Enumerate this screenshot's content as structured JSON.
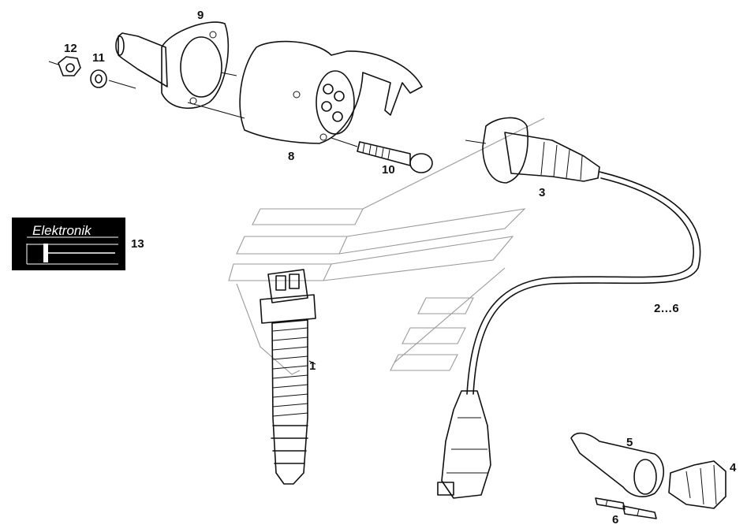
{
  "callouts": {
    "c1": "1",
    "c2_6": "2…6",
    "c3": "3",
    "c4": "4",
    "c5": "5",
    "c6": "6",
    "c8": "8",
    "c9": "9",
    "c10": "10",
    "c11": "11",
    "c12": "12",
    "c13": "13"
  },
  "badge": {
    "text": "Elektronik"
  },
  "colors": {
    "ink": "#111111",
    "watermark": "#9a9a9a",
    "badge_bg": "#000000"
  }
}
